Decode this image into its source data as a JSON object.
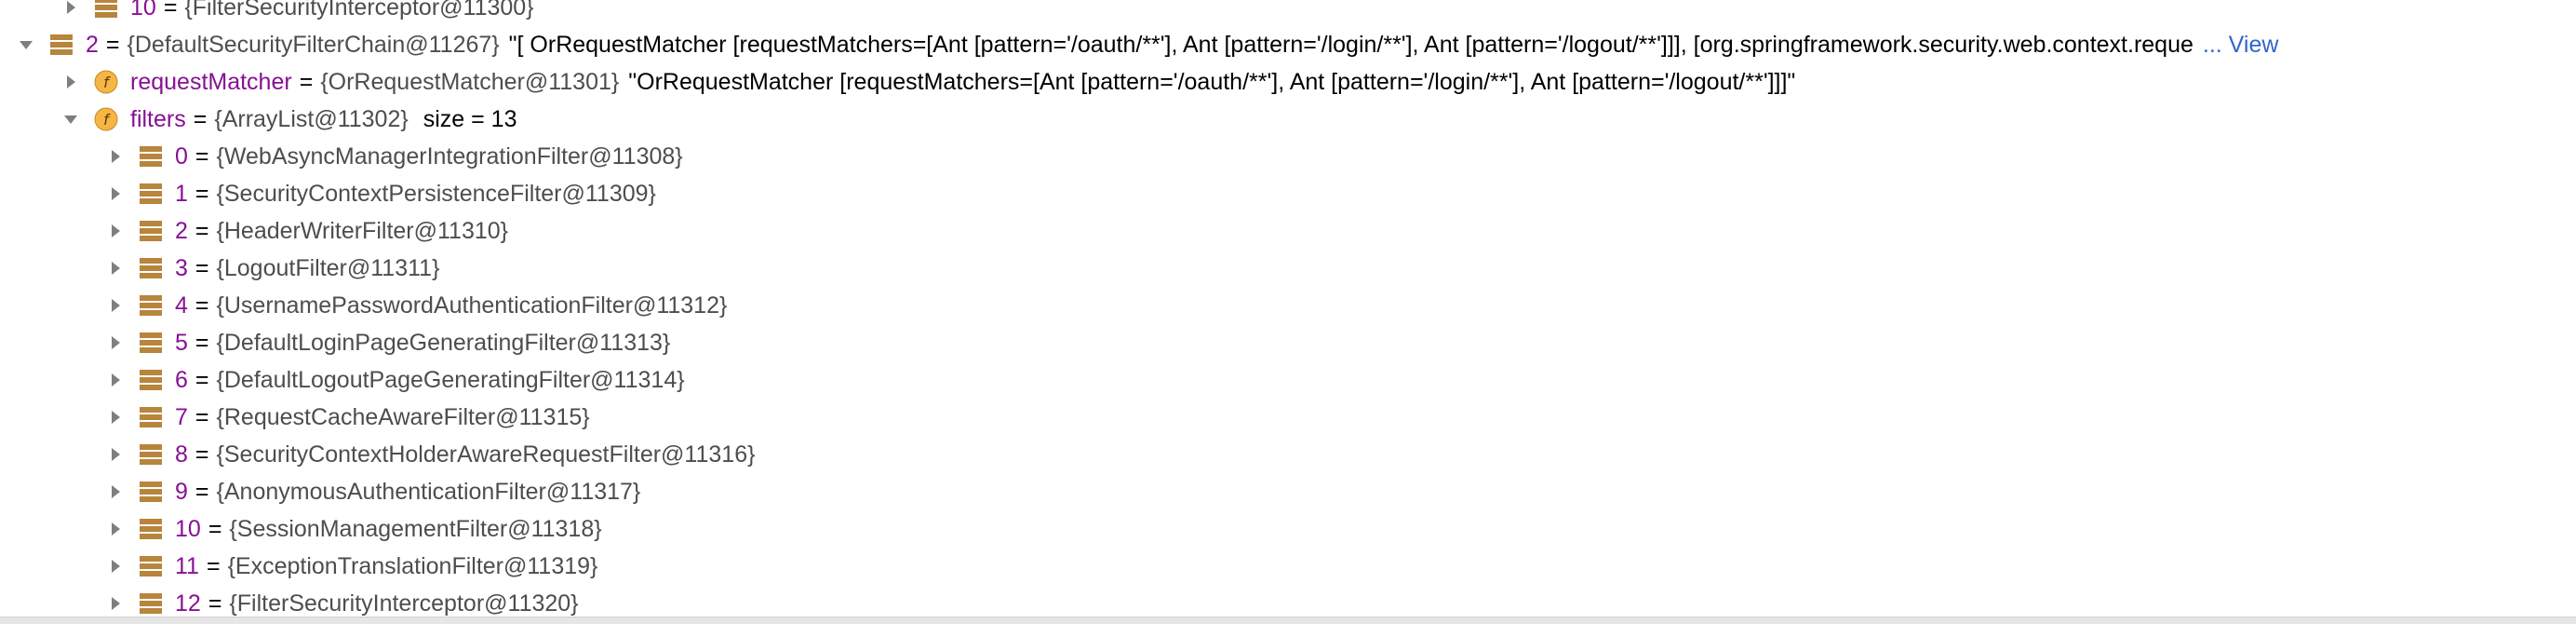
{
  "colors": {
    "variable_name": "#871094",
    "reference": "#4d4d4d",
    "link": "#2f65ca",
    "stack_icon": "#b7853b",
    "field_icon": "#f5b547"
  },
  "rows": [
    {
      "depth": 1,
      "expanded": false,
      "icon": "stack-icon",
      "name": "10",
      "ref": "{FilterSecurityInterceptor@11300}",
      "value": "",
      "size": "",
      "link": ""
    },
    {
      "depth": 0,
      "expanded": true,
      "icon": "stack-icon",
      "name": "2",
      "ref": "{DefaultSecurityFilterChain@11267}",
      "value": "\"[ OrRequestMatcher [requestMatchers=[Ant [pattern='/oauth/**'], Ant [pattern='/login/**'], Ant [pattern='/logout/**']]], [org.springframework.security.web.context.reque",
      "size": "",
      "link": "... View"
    },
    {
      "depth": 1,
      "expanded": false,
      "icon": "field-icon",
      "name": "requestMatcher",
      "ref": "{OrRequestMatcher@11301}",
      "value": "\"OrRequestMatcher [requestMatchers=[Ant [pattern='/oauth/**'], Ant [pattern='/login/**'], Ant [pattern='/logout/**']]]\"",
      "size": "",
      "link": ""
    },
    {
      "depth": 1,
      "expanded": true,
      "icon": "field-icon",
      "name": "filters",
      "ref": "{ArrayList@11302}",
      "value": "",
      "size": "size = 13",
      "link": ""
    },
    {
      "depth": 2,
      "expanded": false,
      "icon": "stack-icon",
      "name": "0",
      "ref": "{WebAsyncManagerIntegrationFilter@11308}",
      "value": "",
      "size": "",
      "link": ""
    },
    {
      "depth": 2,
      "expanded": false,
      "icon": "stack-icon",
      "name": "1",
      "ref": "{SecurityContextPersistenceFilter@11309}",
      "value": "",
      "size": "",
      "link": ""
    },
    {
      "depth": 2,
      "expanded": false,
      "icon": "stack-icon",
      "name": "2",
      "ref": "{HeaderWriterFilter@11310}",
      "value": "",
      "size": "",
      "link": ""
    },
    {
      "depth": 2,
      "expanded": false,
      "icon": "stack-icon",
      "name": "3",
      "ref": "{LogoutFilter@11311}",
      "value": "",
      "size": "",
      "link": ""
    },
    {
      "depth": 2,
      "expanded": false,
      "icon": "stack-icon",
      "name": "4",
      "ref": "{UsernamePasswordAuthenticationFilter@11312}",
      "value": "",
      "size": "",
      "link": ""
    },
    {
      "depth": 2,
      "expanded": false,
      "icon": "stack-icon",
      "name": "5",
      "ref": "{DefaultLoginPageGeneratingFilter@11313}",
      "value": "",
      "size": "",
      "link": ""
    },
    {
      "depth": 2,
      "expanded": false,
      "icon": "stack-icon",
      "name": "6",
      "ref": "{DefaultLogoutPageGeneratingFilter@11314}",
      "value": "",
      "size": "",
      "link": ""
    },
    {
      "depth": 2,
      "expanded": false,
      "icon": "stack-icon",
      "name": "7",
      "ref": "{RequestCacheAwareFilter@11315}",
      "value": "",
      "size": "",
      "link": ""
    },
    {
      "depth": 2,
      "expanded": false,
      "icon": "stack-icon",
      "name": "8",
      "ref": "{SecurityContextHolderAwareRequestFilter@11316}",
      "value": "",
      "size": "",
      "link": ""
    },
    {
      "depth": 2,
      "expanded": false,
      "icon": "stack-icon",
      "name": "9",
      "ref": "{AnonymousAuthenticationFilter@11317}",
      "value": "",
      "size": "",
      "link": ""
    },
    {
      "depth": 2,
      "expanded": false,
      "icon": "stack-icon",
      "name": "10",
      "ref": "{SessionManagementFilter@11318}",
      "value": "",
      "size": "",
      "link": ""
    },
    {
      "depth": 2,
      "expanded": false,
      "icon": "stack-icon",
      "name": "11",
      "ref": "{ExceptionTranslationFilter@11319}",
      "value": "",
      "size": "",
      "link": ""
    },
    {
      "depth": 2,
      "expanded": false,
      "icon": "stack-icon",
      "name": "12",
      "ref": "{FilterSecurityInterceptor@11320}",
      "value": "",
      "size": "",
      "link": ""
    }
  ]
}
